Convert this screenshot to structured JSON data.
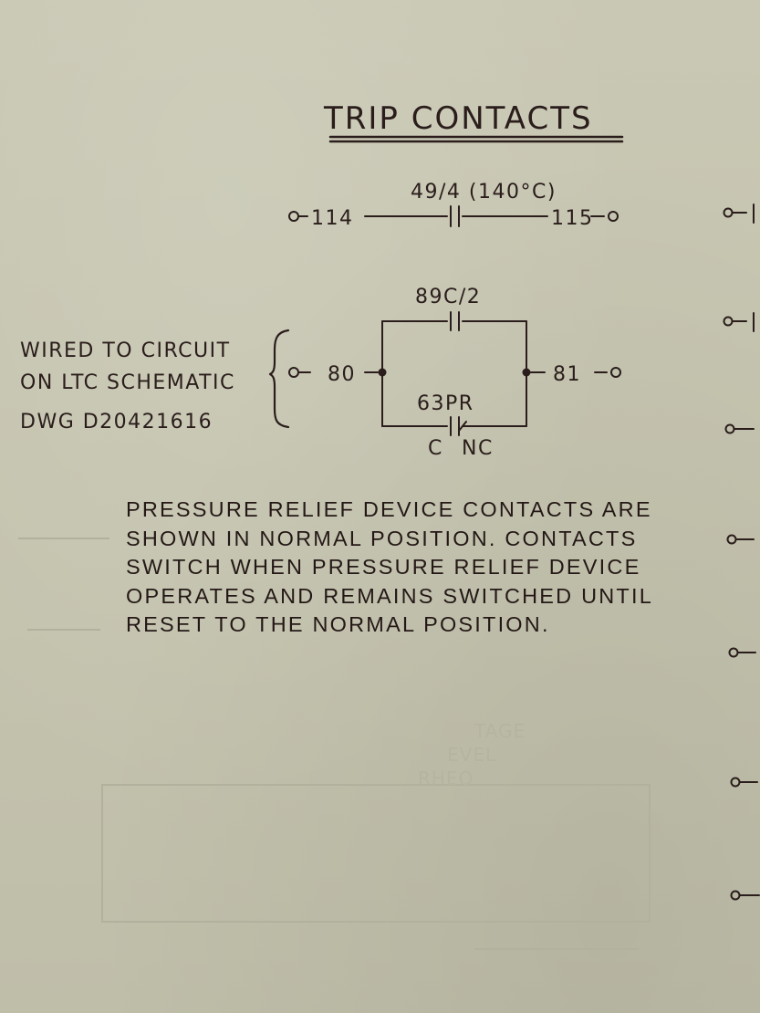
{
  "title": "TRIP CONTACTS",
  "contact_top": {
    "label": "49/4 (140°C)",
    "left_terminal": "114",
    "right_terminal": "115"
  },
  "contact_upper": {
    "label": "89C/2"
  },
  "contact_lower": {
    "label": "63PR",
    "pin_c": "C",
    "pin_nc": "NC"
  },
  "terminals": {
    "left": "80",
    "right": "81"
  },
  "side_note": {
    "lines": [
      "WIRED TO CIRCUIT",
      "ON LTC SCHEMATIC",
      "DWG D20421616"
    ]
  },
  "note_lines": [
    "PRESSURE  RELIEF DEVICE CONTACTS ARE",
    "SHOWN  IN NORMAL POSITION. CONTACTS",
    "SWITCH WHEN PRESSURE RELIEF DEVICE",
    "OPERATES AND REMAINS SWITCHED UNTIL",
    "RESET TO THE  NORMAL POSITION."
  ],
  "background_text": [
    "TAGE",
    "EVEL",
    "RHEO"
  ],
  "colors": {
    "paper": "#c6c5b1",
    "ink": "#2a1d1b"
  }
}
